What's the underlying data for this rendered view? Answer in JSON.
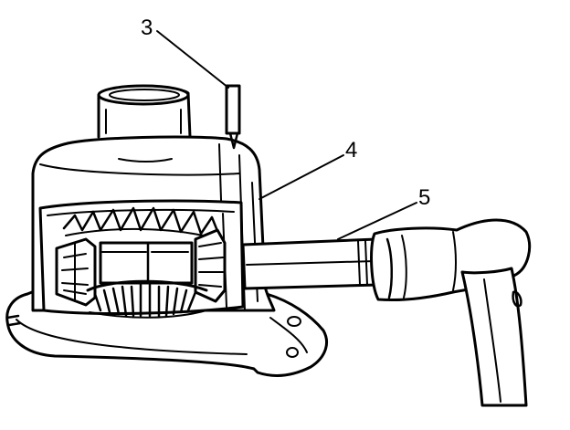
{
  "callouts": [
    {
      "id": "punch",
      "label": "3"
    },
    {
      "id": "shaft",
      "label": "4"
    },
    {
      "id": "hammer",
      "label": "5"
    }
  ],
  "colors": {
    "ink": "#000000",
    "paper": "#ffffff"
  }
}
